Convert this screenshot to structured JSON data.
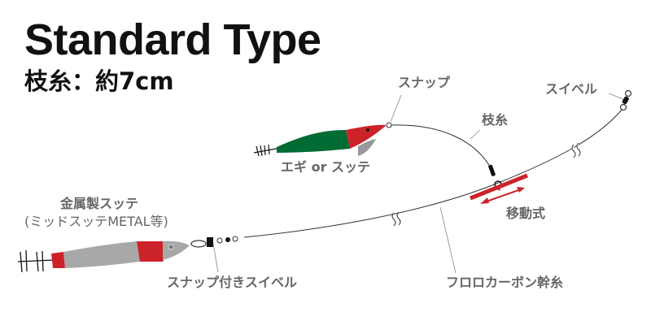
{
  "title": "Standard Type",
  "subtitle": "枝糸：約7cm",
  "labels": {
    "snap": "スナップ",
    "swivel": "スイベル",
    "branch_line": "枝糸",
    "egi": "エギ or スッテ",
    "movable": "移動式",
    "metal_sutte": "金属製スッテ",
    "metal_sutte_note": "(ミッドスッテMETAL等)",
    "snap_swivel": "スナップ付きスイベル",
    "main_line": "フロロカーボン幹糸"
  },
  "colors": {
    "label": "#666666",
    "red": "#cc2229",
    "green": "#006b33",
    "gray_body": "#a8a8a8"
  }
}
